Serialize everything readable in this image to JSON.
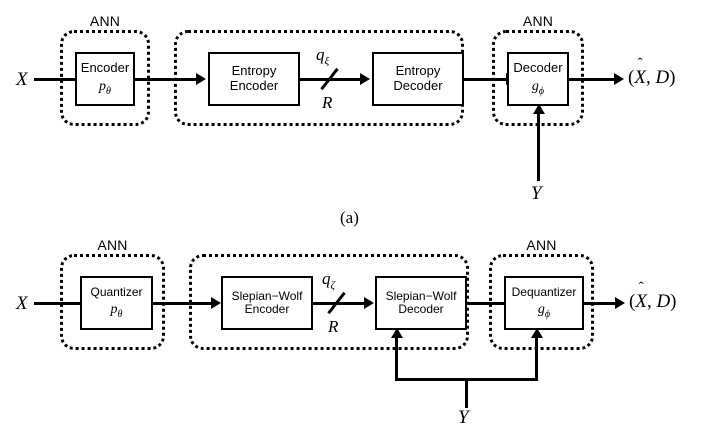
{
  "figure": {
    "caption_a": "(a)",
    "panels": [
      {
        "id": "panel-a",
        "groups": [
          {
            "label": "ANN",
            "name": "ann-group-encoder"
          },
          {
            "label": "",
            "name": "codec-group"
          },
          {
            "label": "ANN",
            "name": "ann-group-decoder"
          }
        ],
        "blocks": [
          {
            "name": "encoder-block",
            "line1": "Encoder",
            "line2": "",
            "param": "p",
            "param_sub": "θ"
          },
          {
            "name": "entropy-encoder-block",
            "line1": "Entropy",
            "line2": "Encoder",
            "param": "",
            "param_sub": ""
          },
          {
            "name": "entropy-decoder-block",
            "line1": "Entropy",
            "line2": "Decoder",
            "param": "",
            "param_sub": ""
          },
          {
            "name": "decoder-block",
            "line1": "Decoder",
            "line2": "",
            "param": "g",
            "param_sub": "ϕ"
          }
        ],
        "signals": {
          "input": "X",
          "rate_q": "q",
          "rate_q_sub": "ξ",
          "rate_R": "R",
          "side_info": "Y",
          "output_open": "(",
          "output_xhat": "X",
          "output_hat": "̂",
          "output_mid": ", ",
          "output_d": "D",
          "output_close": ")"
        }
      },
      {
        "id": "panel-b",
        "groups": [
          {
            "label": "ANN",
            "name": "ann-group-quantizer"
          },
          {
            "label": "",
            "name": "sw-codec-group"
          },
          {
            "label": "ANN",
            "name": "ann-group-dequantizer"
          }
        ],
        "blocks": [
          {
            "name": "quantizer-block",
            "line1": "Quantizer",
            "line2": "",
            "param": "p",
            "param_sub": "θ"
          },
          {
            "name": "sw-encoder-block",
            "line1": "Slepian−Wolf",
            "line2": "Encoder",
            "param": "",
            "param_sub": ""
          },
          {
            "name": "sw-decoder-block",
            "line1": "Slepian−Wolf",
            "line2": "Decoder",
            "param": "",
            "param_sub": ""
          },
          {
            "name": "dequantizer-block",
            "line1": "Dequantizer",
            "line2": "",
            "param": "g",
            "param_sub": "ϕ"
          }
        ],
        "signals": {
          "input": "X",
          "rate_q": "q",
          "rate_q_sub": "ζ",
          "rate_R": "R",
          "side_info": "Y",
          "output_open": "(",
          "output_xhat": "X",
          "output_hat": "̂",
          "output_mid": ", ",
          "output_d": "D",
          "output_close": ")"
        }
      }
    ],
    "colors": {
      "stroke": "#000000",
      "background": "#ffffff"
    }
  }
}
